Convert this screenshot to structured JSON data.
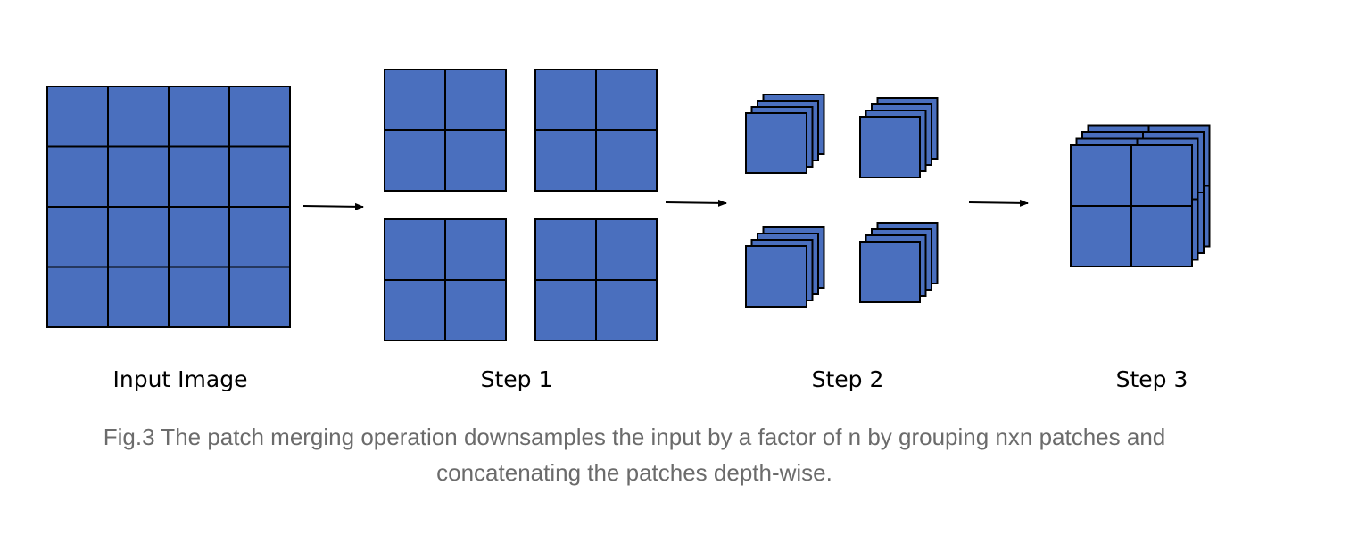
{
  "colors": {
    "cell_fill": "#4a6fbe",
    "cell_stroke": "#000000",
    "arrow": "#000000",
    "caption_text": "#6b6b6b"
  },
  "stages": [
    {
      "label": "Input Image"
    },
    {
      "label": "Step 1"
    },
    {
      "label": "Step 2"
    },
    {
      "label": "Step 3"
    }
  ],
  "caption": {
    "line1": "Fig.3 The patch merging operation downsamples the input by a factor of n by grouping nxn patches and",
    "line2": "concatenating the patches depth-wise."
  }
}
